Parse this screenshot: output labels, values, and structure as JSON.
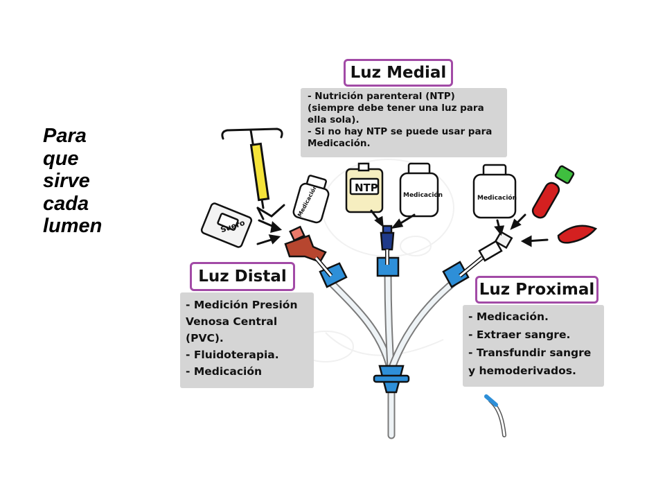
{
  "side_title": [
    "Para",
    "que",
    "sirve",
    "cada",
    "lumen"
  ],
  "medial": {
    "title": "Luz Medial",
    "lines": [
      "- Nutrición parenteral (NTP)",
      "(siempre debe tener una luz para",
      "ella sola).",
      "- Si no hay NTP se puede usar para",
      "Medicación."
    ]
  },
  "distal": {
    "title": "Luz Distal",
    "lines": [
      "- Medición Presión",
      "Venosa Central",
      "(PVC).",
      "- Fluidoterapia.",
      "- Medicación"
    ]
  },
  "proximal": {
    "title": "Luz Proximal",
    "lines": [
      "- Medicación.",
      "- Extraer sangre.",
      "- Transfundir sangre",
      "y hemoderivados."
    ]
  },
  "item_labels": {
    "suero": "Suero",
    "ntp": "NTP",
    "medicacion": "Medicación"
  },
  "colors": {
    "tag_border": "#a24aa6",
    "note_bg": "#d5d5d5",
    "hub_blue": "#2e8fd8",
    "distal_red": "#b7462f",
    "medial_navy": "#1f3a8a",
    "blood_red": "#d42020",
    "cap_green": "#3fbf3f",
    "gauge_yellow": "#f5e43a"
  }
}
